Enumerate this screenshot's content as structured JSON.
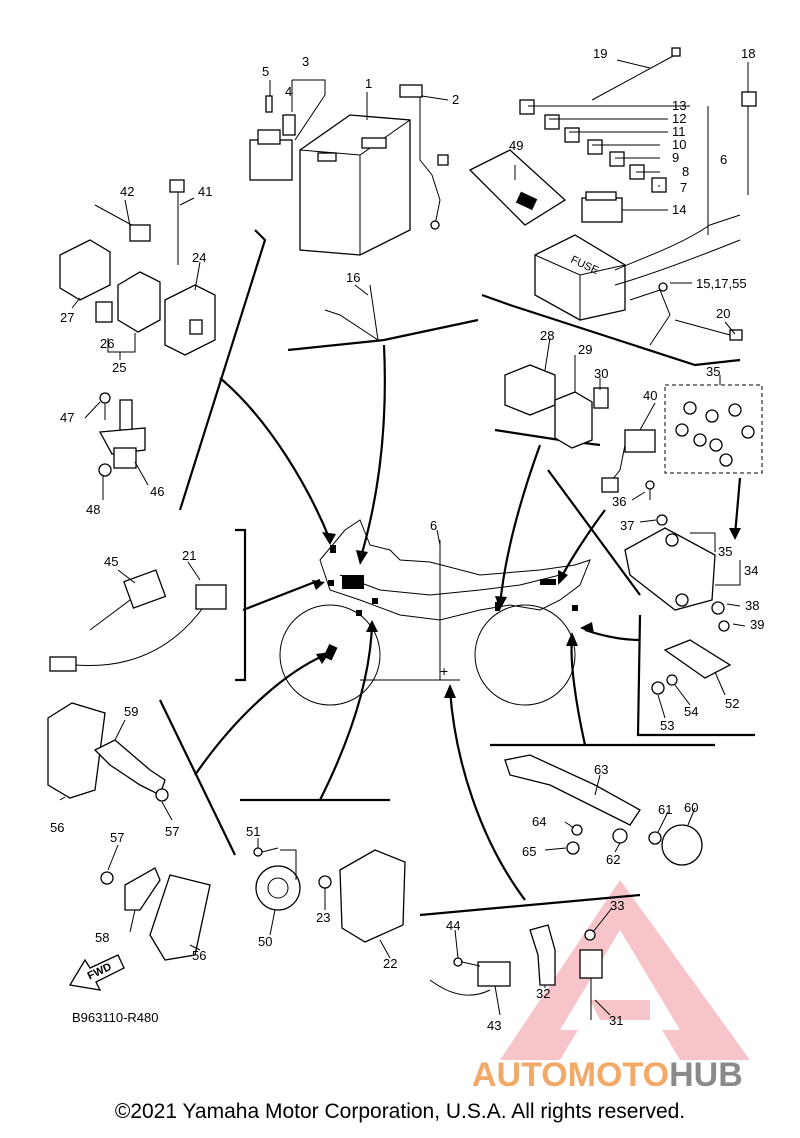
{
  "callouts": {
    "c1": "1",
    "c2": "2",
    "c3": "3",
    "c4": "4",
    "c5": "5",
    "c6a": "6",
    "c6b": "6",
    "c7": "7",
    "c8": "8",
    "c9": "9",
    "c10": "10",
    "c11": "11",
    "c12": "12",
    "c13": "13",
    "c14": "14",
    "c15": "15,17,55",
    "c16": "16",
    "c18": "18",
    "c19": "19",
    "c20": "20",
    "c21": "21",
    "c22": "22",
    "c23": "23",
    "c24": "24",
    "c25": "25",
    "c26": "26",
    "c27": "27",
    "c28": "28",
    "c29": "29",
    "c30": "30",
    "c31": "31",
    "c32": "32",
    "c33": "33",
    "c34": "34",
    "c35a": "35",
    "c35b": "35",
    "c36": "36",
    "c37": "37",
    "c38": "38",
    "c39": "39",
    "c40": "40",
    "c41": "41",
    "c42": "42",
    "c43": "43",
    "c44": "44",
    "c45": "45",
    "c46": "46",
    "c47": "47",
    "c48": "48",
    "c49": "49",
    "c50": "50",
    "c51": "51",
    "c52": "52",
    "c53": "53",
    "c54": "54",
    "c56a": "56",
    "c56b": "56",
    "c57a": "57",
    "c57b": "57",
    "c58": "58",
    "c59": "59",
    "c60": "60",
    "c61": "61",
    "c62": "62",
    "c63": "63",
    "c64": "64",
    "c65": "65"
  },
  "fuse_box_label": "FUSE",
  "fwd_label": "FWD",
  "reference_code": "B963110-R480",
  "copyright": "©2021 Yamaha Motor Corporation, U.S.A. All rights reserved.",
  "watermark": {
    "auto": "AUTO",
    "moto": "MOTO",
    "hub": "HUB",
    "colors": {
      "auto": "#f2a968",
      "moto": "#f2a968",
      "hub": "#8a8a8a",
      "logo": "#e8505b"
    }
  }
}
